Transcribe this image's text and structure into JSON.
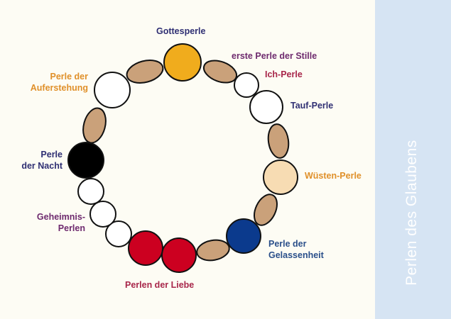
{
  "title": "Perlen des Glaubens",
  "colors": {
    "gold": "#f0ac1d",
    "white": "#ffffff",
    "black": "#000000",
    "sand": "#f7dcb3",
    "blue": "#0b3a8d",
    "red": "#cc0020",
    "brown": "#caa17a",
    "panel": "#d6e4f3"
  },
  "labels": {
    "gottesperle": "Gottesperle",
    "stille": "erste Perle der Stille",
    "ich": "Ich-Perle",
    "tauf": "Tauf-Perle",
    "wuesten": "Wüsten-Perle",
    "gelassenheit_1": "Perle der",
    "gelassenheit_2": "Gelassenheit",
    "liebe": "Perlen der Liebe",
    "geheimnis_1": "Geheimnis-",
    "geheimnis_2": "Perlen",
    "nacht_1": "Perle",
    "nacht_2": "der Nacht",
    "auferstehung_1": "Perle der",
    "auferstehung_2": "Auferstehung"
  }
}
